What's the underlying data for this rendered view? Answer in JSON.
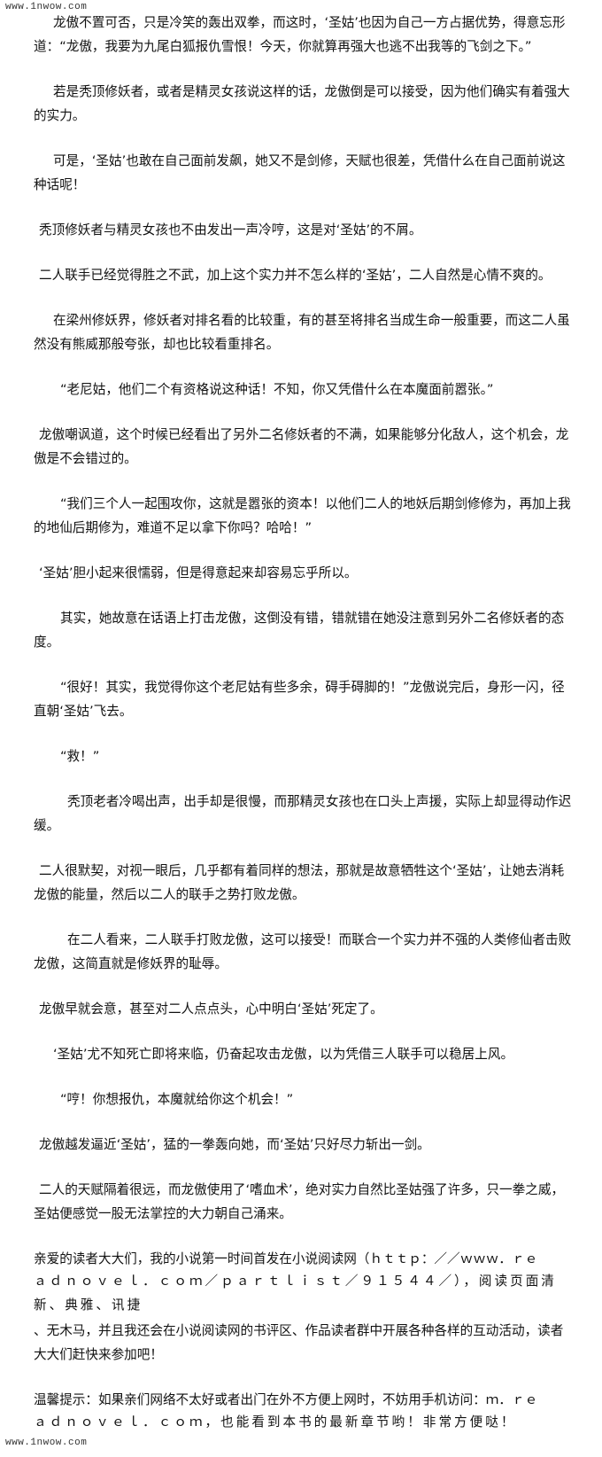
{
  "watermark": {
    "top": "www.1nwow.com",
    "bottom": "www.1nwow.com"
  },
  "paragraphs": [
    "龙傲不置可否，只是冷笑的轰出双拳，而这时，‘圣姑’也因为自己一方占据优势，得意忘形道：“龙傲，我要为九尾白狐报仇雪恨！今天，你就算再强大也逃不出我等的飞剑之下。”",
    "若是秃顶修妖者，或者是精灵女孩说这样的话，龙傲倒是可以接受，因为他们确实有着强大的实力。",
    "可是，‘圣姑’也敢在自己面前发飙，她又不是剑修，天赋也很差，凭借什么在自己面前说这种话呢！",
    "秃顶修妖者与精灵女孩也不由发出一声冷哼，这是对‘圣姑’的不屑。",
    "二人联手已经觉得胜之不武，加上这个实力并不怎么样的‘圣姑’，二人自然是心情不爽的。",
    "在梁州修妖界，修妖者对排名看的比较重，有的甚至将排名当成生命一般重要，而这二人虽然没有熊威那般夸张，却也比较看重排名。",
    "“老尼姑，他们二个有资格说这种话！不知，你又凭借什么在本魔面前嚣张。”",
    "龙傲嘲讽道，这个时候已经看出了另外二名修妖者的不满，如果能够分化敌人，这个机会，龙傲是不会错过的。",
    "“我们三个人一起围攻你，这就是嚣张的资本！以他们二人的地妖后期剑修修为，再加上我的地仙后期修为，难道不足以拿下你吗？哈哈！”",
    "‘圣姑’胆小起来很懦弱，但是得意起来却容易忘乎所以。",
    "其实，她故意在话语上打击龙傲，这倒没有错，错就错在她没注意到另外二名修妖者的态度。",
    "“很好！其实，我觉得你这个老尼姑有些多余，碍手碍脚的！”龙傲说完后，身形一闪，径直朝‘圣姑’飞去。",
    "“救！”",
    "秃顶老者冷喝出声，出手却是很慢，而那精灵女孩也在口头上声援，实际上却显得动作迟缓。",
    "二人很默契，对视一眼后，几乎都有着同样的想法，那就是故意牺牲这个‘圣姑’，让她去消耗龙傲的能量，然后以二人的联手之势打败龙傲。",
    "在二人看来，二人联手打败龙傲，这可以接受！而联合一个实力并不强的人类修仙者击败龙傲，这简直就是修妖界的耻辱。",
    "龙傲早就会意，甚至对二人点点头，心中明白‘圣姑’死定了。",
    "‘圣姑’尤不知死亡即将来临，仍奋起攻击龙傲，以为凭借三人联手可以稳居上风。",
    "“哼！你想报仇，本魔就给你这个机会！”",
    "龙傲越发逼近‘圣姑’，猛的一拳轰向她，而‘圣姑’只好尽力斩出一剑。",
    "二人的天赋隔着很远，而龙傲使用了‘嗜血术’，绝对实力自然比圣姑强了许多，只一拳之威，圣姑便感觉一股无法掌控的大力朝自己涌来。"
  ],
  "ad1": {
    "line1": "亲爱的读者大大们，我的小说第一时间首发在小说阅读网（ｈｔｔｐ：／／ｗｗｗ．ｒｅ",
    "line2": "ａｄｎｏｖｅｌ．ｃｏｍ／ｐａｒｔｌｉｓｔ／９１５４４／），阅读页面清新、典雅、讯捷",
    "line3": "、无木马，并且我还会在小说阅读网的书评区、作品读者群中开展各种各样的互动活动，读者",
    "line4": "大大们赶快来参加吧！"
  },
  "ad2": {
    "line1": "温馨提示：如果亲们网络不太好或者出门在外不方便上网时，不妨用手机访问：ｍ．ｒｅ",
    "line2": "ａｄｎｏｖｅｌ．ｃｏｍ，也能看到本书的最新章节哟！非常方便哒！"
  }
}
